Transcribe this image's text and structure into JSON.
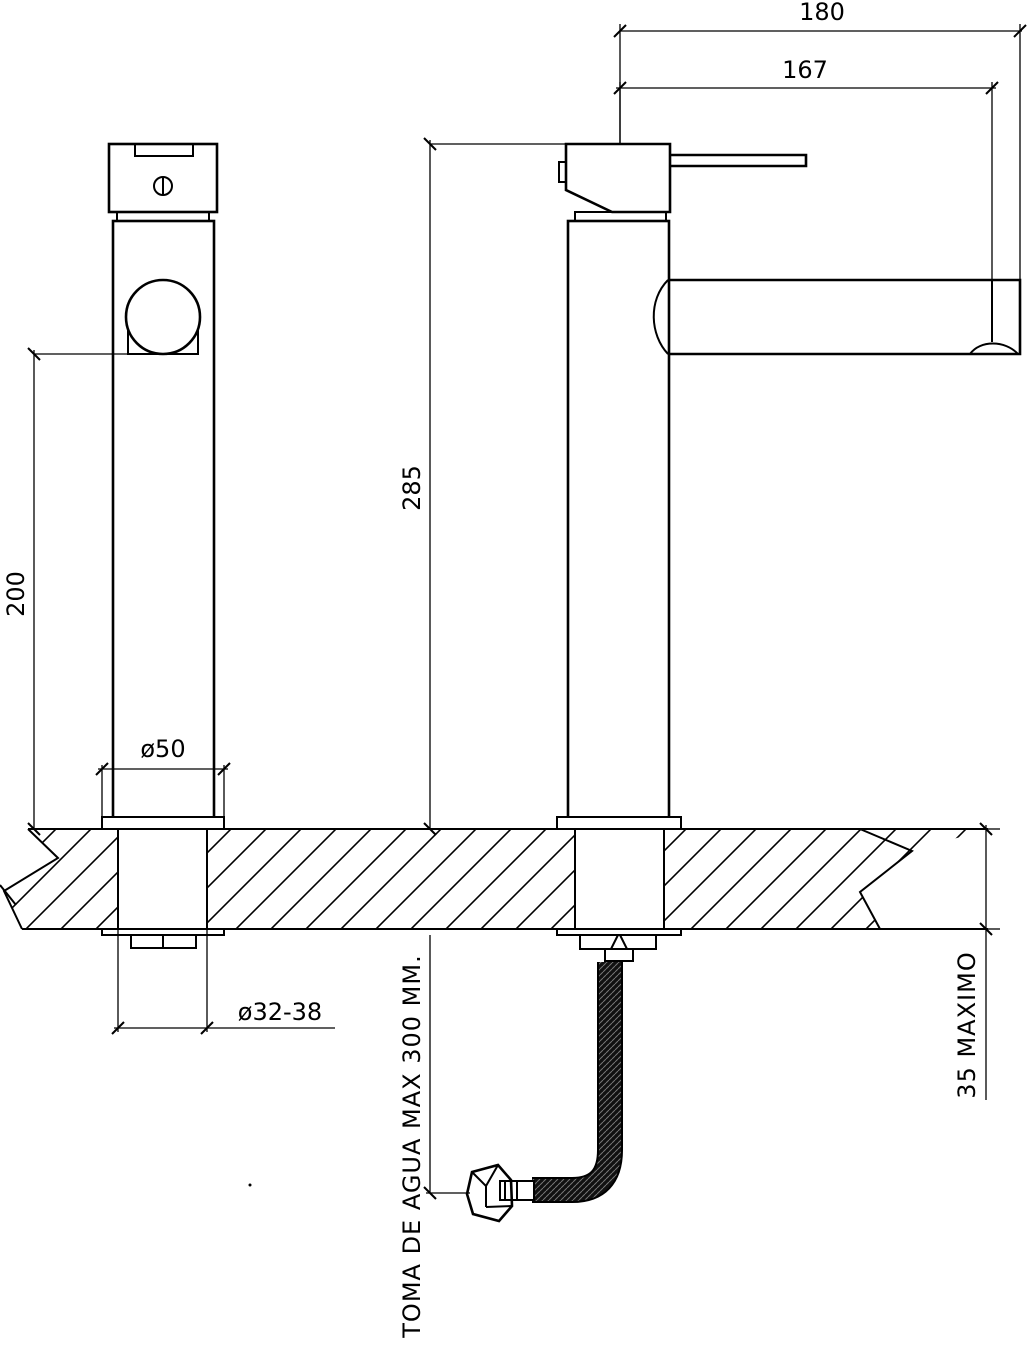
{
  "dimensions": {
    "width_outer": "180",
    "width_spout": "167",
    "height_total": "285",
    "height_spout": "200",
    "body_diameter": "ø50",
    "hole_diameter": "ø32-38",
    "deck_thickness": "35 MAXIMO"
  },
  "notes": {
    "water_inlet": "TOMA DE AGUA MAX 300 MM."
  }
}
